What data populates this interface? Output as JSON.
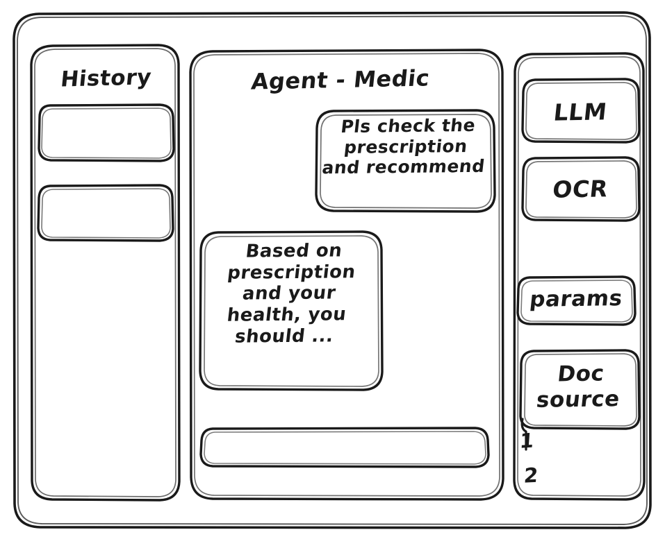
{
  "window": {
    "name": "agent-chat-wireframe"
  },
  "sidebar_left": {
    "title": "History",
    "items": [
      {
        "label": ""
      },
      {
        "label": ""
      }
    ]
  },
  "main": {
    "title": "Agent - Medic",
    "messages": [
      {
        "role": "user",
        "text": "Pls check the\nprescription\nand recommend"
      },
      {
        "role": "agent",
        "text": "Based on\nprescription\nand your\nhealth, you\nshould ..."
      }
    ],
    "composer": {
      "value": "",
      "placeholder": ""
    }
  },
  "sidebar_right": {
    "tools": [
      {
        "label": "LLM"
      },
      {
        "label": "OCR"
      }
    ],
    "params_label": "params",
    "doc_source": {
      "label": "Doc\nsource",
      "items": [
        "1",
        "2"
      ]
    }
  },
  "style": {
    "stroke": "#1a1a1a",
    "background": "#ffffff"
  }
}
